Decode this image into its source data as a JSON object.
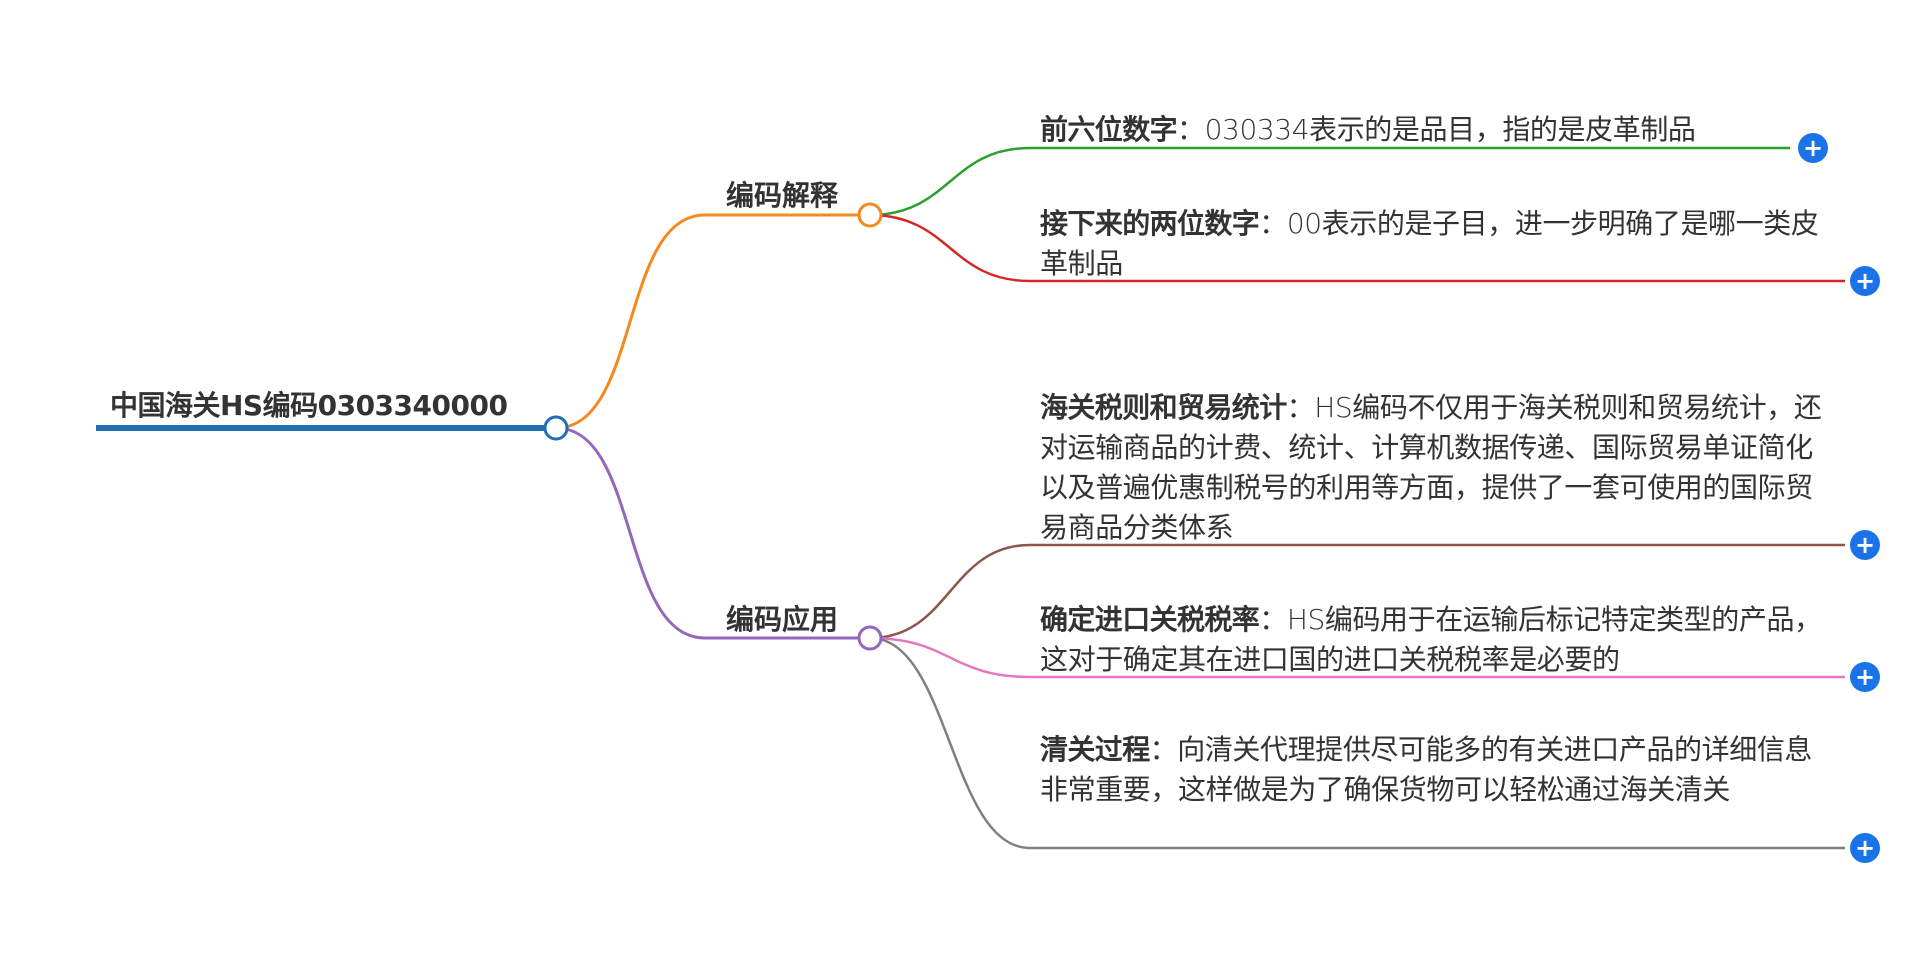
{
  "root": {
    "label": "中国海关HS编码0303340000"
  },
  "branches": [
    {
      "label": "编码解释",
      "leaves": [
        {
          "key": "前六位数字",
          "text": "030334表示的是品目，指的是皮革制品"
        },
        {
          "key": "接下来的两位数字",
          "text": "00表示的是子目，进一步明确了是哪一类皮革制品"
        }
      ]
    },
    {
      "label": "编码应用",
      "leaves": [
        {
          "key": "海关税则和贸易统计",
          "text": "HS编码不仅用于海关税则和贸易统计，还对运输商品的计费、统计、计算机数据传递、国际贸易单证简化以及普遍优惠制税号的利用等方面，提供了一套可使用的国际贸易商品分类体系"
        },
        {
          "key": "确定进口关税税率",
          "text": "HS编码用于在运输后标记特定类型的产品，这对于确定其在进口国的进口关税税率是必要的"
        },
        {
          "key": "清关过程",
          "text": "向清关代理提供尽可能多的有关进口产品的详细信息非常重要，这样做是为了确保货物可以轻松通过海关清关"
        }
      ]
    }
  ],
  "separator": "：",
  "expand_symbol": "+",
  "colors": {
    "root": "#1f6fb2",
    "branch_explain": "#f5891f",
    "branch_apply": "#9467bd",
    "leaf_1": "#2ca02c",
    "leaf_2": "#d62728",
    "leaf_3": "#8c564b",
    "leaf_4": "#e377c2",
    "leaf_5": "#7f7f7f",
    "expand_button": "#1a73e8"
  }
}
